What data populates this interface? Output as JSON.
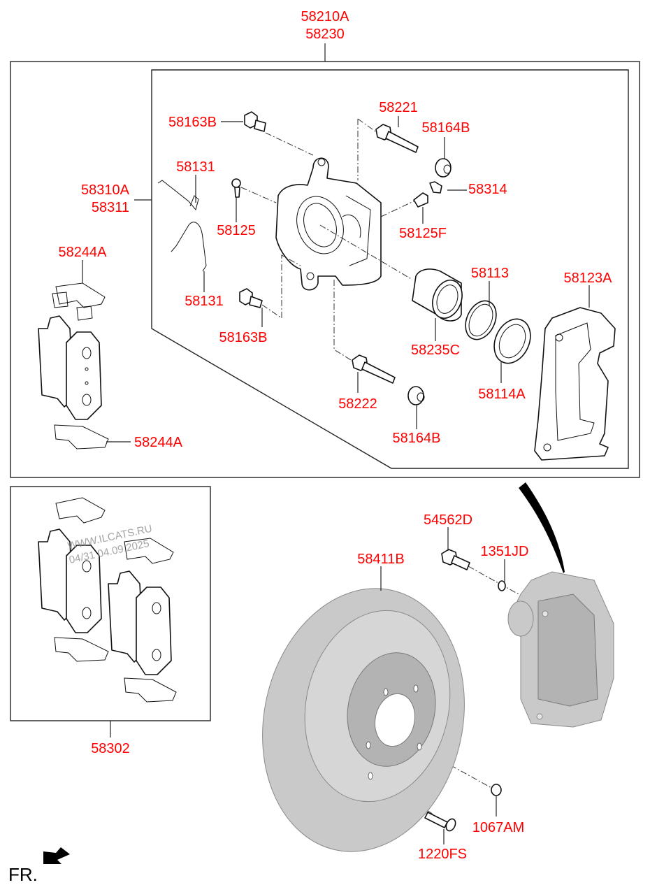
{
  "diagram": {
    "type": "exploded parts diagram",
    "subject": "Rear brake caliper assembly and brake disc",
    "label_color": "#ff0000",
    "line_color": "#222222"
  },
  "labels": {
    "assembly_top_1": "58210A",
    "assembly_top_2": "58230",
    "pad_kit_1": "58310A",
    "pad_kit_2": "58311",
    "bolt_guide_upper": "58163B",
    "bolt_guide_lower": "58163B",
    "spring_upper": "58131",
    "spring_lower": "58131",
    "bleeder_screw": "58125",
    "guide_pin_upper": "58221",
    "guide_pin_lower": "58222",
    "boot_upper": "58164B",
    "boot_lower": "58164B",
    "cap": "58314",
    "bleeder_screw_f": "58125F",
    "seal_ring": "58113",
    "piston": "58235C",
    "piston_boot": "58114A",
    "carrier": "58123A",
    "shim_upper": "58244A",
    "shim_lower": "58244A",
    "pad_set": "58302",
    "disc": "58411B",
    "bolt_caliper": "54562D",
    "washer": "1351JD",
    "plug": "1067AM",
    "screw_disc": "1220FS"
  },
  "direction": {
    "label": "FR.",
    "arrow_icon": "front-direction-arrow"
  },
  "watermark": {
    "line1": "WWW.ILCATS.RU",
    "line2": "04/31 04.09.2025"
  }
}
